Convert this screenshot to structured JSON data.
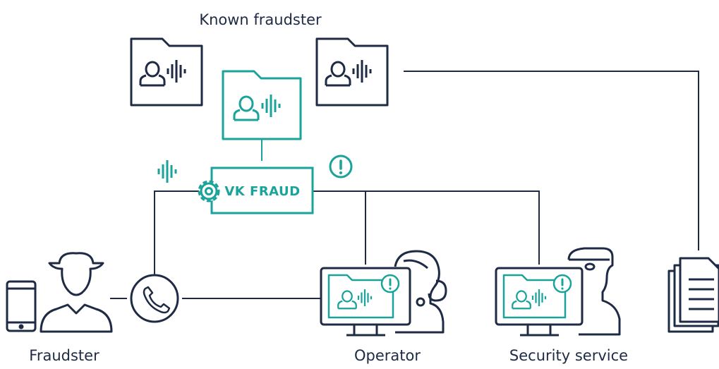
{
  "diagram": {
    "title": "Known fraudster",
    "center_label": "VK FRAUD",
    "labels": {
      "fraudster": "Fraudster",
      "operator": "Operator",
      "security": "Security service"
    },
    "colors": {
      "navy": "#1f2a44",
      "teal": "#1aa39a",
      "background": "#ffffff"
    },
    "icons": [
      "phone-icon",
      "hacker-icon",
      "handset-icon",
      "folder-voice-icon",
      "gear-icon",
      "alert-icon",
      "monitor-icon",
      "headset-operator-icon",
      "security-guard-icon",
      "documents-icon",
      "sound-wave-icon"
    ]
  }
}
